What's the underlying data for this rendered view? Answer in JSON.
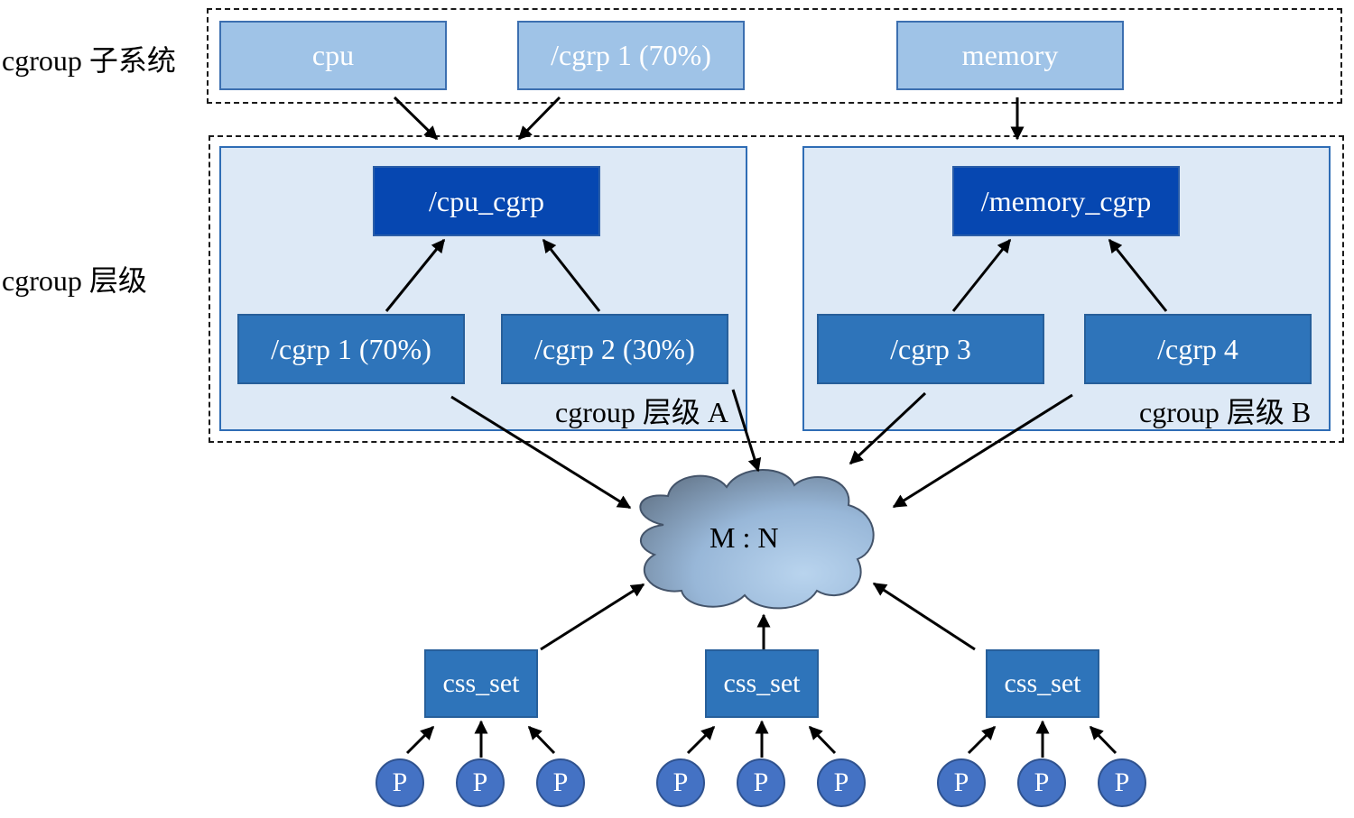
{
  "labels": {
    "subsystem_row": "cgroup 子系统",
    "hierarchy_row": "cgroup 层级",
    "hierarchy_a": "cgroup 层级 A",
    "hierarchy_b": "cgroup 层级 B"
  },
  "subsystems": {
    "cpu": "cpu",
    "cgrp1": "/cgrp 1 (70%)",
    "memory": "memory"
  },
  "hierarchy_a": {
    "root": "/cpu_cgrp",
    "child1": "/cgrp 1 (70%)",
    "child2": "/cgrp 2 (30%)"
  },
  "hierarchy_b": {
    "root": "/memory_cgrp",
    "child1": "/cgrp 3",
    "child2": "/cgrp 4"
  },
  "cloud": {
    "label": "M : N"
  },
  "css_sets": [
    {
      "label": "css_set",
      "processes": [
        "P",
        "P",
        "P"
      ]
    },
    {
      "label": "css_set",
      "processes": [
        "P",
        "P",
        "P"
      ]
    },
    {
      "label": "css_set",
      "processes": [
        "P",
        "P",
        "P"
      ]
    }
  ],
  "colors": {
    "subsystem_box": "#9fc3e7",
    "root_box": "#0647b1",
    "group_box": "#2e74ba",
    "panel": "#dde9f6",
    "process": "#4472c4"
  }
}
